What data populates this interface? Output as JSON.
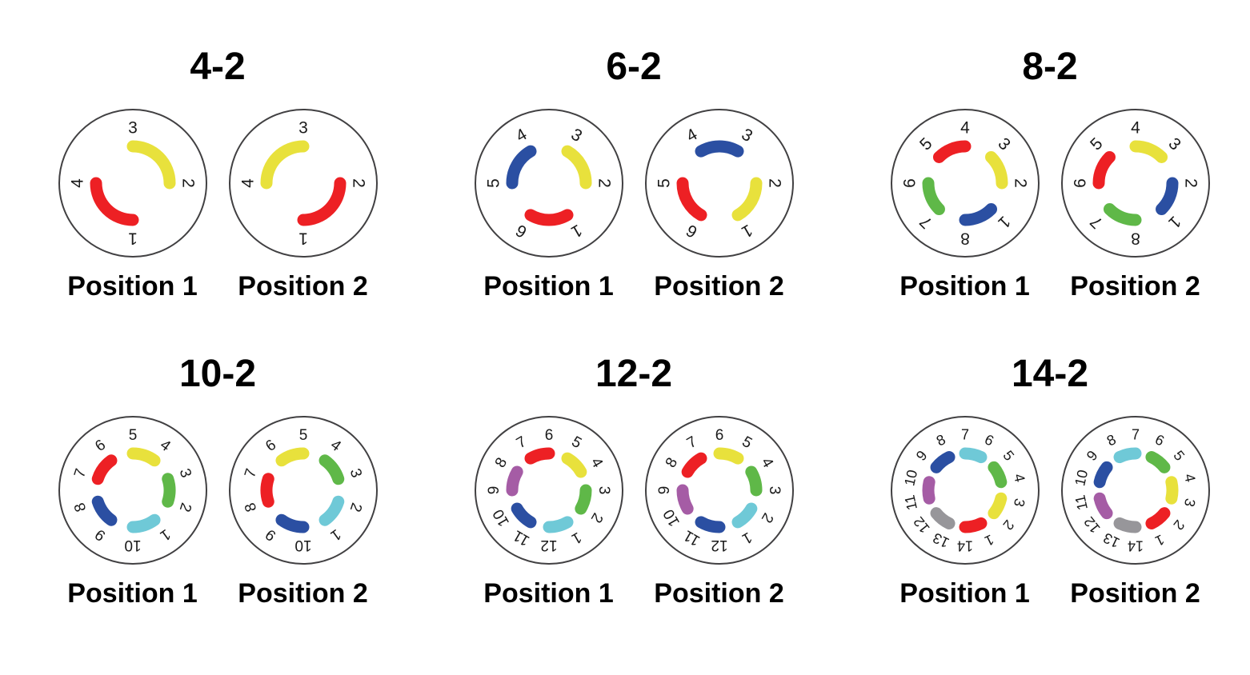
{
  "figure": {
    "background": "#ffffff",
    "palette": {
      "red": "#ED2024",
      "yellow": "#E8E13C",
      "blue": "#2B4FA2",
      "green": "#5FB848",
      "cyan": "#6FC9D7",
      "purple": "#A55CA5",
      "gray": "#97969A",
      "outline": "#414042",
      "number": "#1A1A1A"
    },
    "style": {
      "circle_radius": 92,
      "arc_radius": 46,
      "arc_width": 15,
      "label_radius": 70
    },
    "valves": [
      {
        "title": "4-2",
        "ports": 4,
        "port_labels": [
          "1",
          "2",
          "3",
          "4"
        ],
        "port1_angle_deg": 270,
        "positions": [
          {
            "label": "Position 1",
            "connections": [
              {
                "ports": [
                  2,
                  3
                ],
                "color": "yellow"
              },
              {
                "ports": [
                  4,
                  1
                ],
                "color": "red"
              }
            ]
          },
          {
            "label": "Position 2",
            "connections": [
              {
                "ports": [
                  3,
                  4
                ],
                "color": "yellow"
              },
              {
                "ports": [
                  1,
                  2
                ],
                "color": "red"
              }
            ]
          }
        ]
      },
      {
        "title": "6-2",
        "ports": 6,
        "port_labels": [
          "1",
          "2",
          "3",
          "4",
          "5",
          "6"
        ],
        "port1_angle_deg": 300,
        "positions": [
          {
            "label": "Position 1",
            "connections": [
              {
                "ports": [
                  2,
                  3
                ],
                "color": "yellow"
              },
              {
                "ports": [
                  4,
                  5
                ],
                "color": "blue"
              },
              {
                "ports": [
                  6,
                  1
                ],
                "color": "red"
              }
            ]
          },
          {
            "label": "Position 2",
            "connections": [
              {
                "ports": [
                  1,
                  2
                ],
                "color": "yellow"
              },
              {
                "ports": [
                  3,
                  4
                ],
                "color": "blue"
              },
              {
                "ports": [
                  5,
                  6
                ],
                "color": "red"
              }
            ]
          }
        ]
      },
      {
        "title": "8-2",
        "ports": 8,
        "port_labels": [
          "1",
          "2",
          "3",
          "4",
          "5",
          "6",
          "7",
          "8"
        ],
        "port1_angle_deg": 315,
        "positions": [
          {
            "label": "Position 1",
            "connections": [
              {
                "ports": [
                  2,
                  3
                ],
                "color": "yellow"
              },
              {
                "ports": [
                  4,
                  5
                ],
                "color": "red"
              },
              {
                "ports": [
                  6,
                  7
                ],
                "color": "green"
              },
              {
                "ports": [
                  8,
                  1
                ],
                "color": "blue"
              }
            ]
          },
          {
            "label": "Position 2",
            "connections": [
              {
                "ports": [
                  3,
                  4
                ],
                "color": "yellow"
              },
              {
                "ports": [
                  5,
                  6
                ],
                "color": "red"
              },
              {
                "ports": [
                  7,
                  8
                ],
                "color": "green"
              },
              {
                "ports": [
                  1,
                  2
                ],
                "color": "blue"
              }
            ]
          }
        ]
      },
      {
        "title": "10-2",
        "ports": 10,
        "port_labels": [
          "1",
          "2",
          "3",
          "4",
          "5",
          "6",
          "7",
          "8",
          "9",
          "10"
        ],
        "port1_angle_deg": 306,
        "positions": [
          {
            "label": "Position 1",
            "connections": [
              {
                "ports": [
                  2,
                  3
                ],
                "color": "green"
              },
              {
                "ports": [
                  4,
                  5
                ],
                "color": "yellow"
              },
              {
                "ports": [
                  6,
                  7
                ],
                "color": "red"
              },
              {
                "ports": [
                  8,
                  9
                ],
                "color": "blue"
              },
              {
                "ports": [
                  10,
                  1
                ],
                "color": "cyan"
              }
            ]
          },
          {
            "label": "Position 2",
            "connections": [
              {
                "ports": [
                  3,
                  4
                ],
                "color": "green"
              },
              {
                "ports": [
                  5,
                  6
                ],
                "color": "yellow"
              },
              {
                "ports": [
                  7,
                  8
                ],
                "color": "red"
              },
              {
                "ports": [
                  9,
                  10
                ],
                "color": "blue"
              },
              {
                "ports": [
                  1,
                  2
                ],
                "color": "cyan"
              }
            ]
          }
        ]
      },
      {
        "title": "12-2",
        "ports": 12,
        "port_labels": [
          "1",
          "2",
          "3",
          "4",
          "5",
          "6",
          "7",
          "8",
          "9",
          "10",
          "11",
          "12"
        ],
        "port1_angle_deg": 300,
        "positions": [
          {
            "label": "Position 1",
            "connections": [
              {
                "ports": [
                  2,
                  3
                ],
                "color": "green"
              },
              {
                "ports": [
                  4,
                  5
                ],
                "color": "yellow"
              },
              {
                "ports": [
                  6,
                  7
                ],
                "color": "red"
              },
              {
                "ports": [
                  8,
                  9
                ],
                "color": "purple"
              },
              {
                "ports": [
                  10,
                  11
                ],
                "color": "blue"
              },
              {
                "ports": [
                  12,
                  1
                ],
                "color": "cyan"
              }
            ]
          },
          {
            "label": "Position 2",
            "connections": [
              {
                "ports": [
                  3,
                  4
                ],
                "color": "green"
              },
              {
                "ports": [
                  5,
                  6
                ],
                "color": "yellow"
              },
              {
                "ports": [
                  7,
                  8
                ],
                "color": "red"
              },
              {
                "ports": [
                  9,
                  10
                ],
                "color": "purple"
              },
              {
                "ports": [
                  11,
                  12
                ],
                "color": "blue"
              },
              {
                "ports": [
                  1,
                  2
                ],
                "color": "cyan"
              }
            ]
          }
        ]
      },
      {
        "title": "14-2",
        "ports": 14,
        "port_labels": [
          "1",
          "2",
          "3",
          "4",
          "5",
          "6",
          "7",
          "8",
          "9",
          "10",
          "11",
          "12",
          "13",
          "14"
        ],
        "port1_angle_deg": 295.714,
        "positions": [
          {
            "label": "Position 1",
            "connections": [
              {
                "ports": [
                  2,
                  3
                ],
                "color": "yellow"
              },
              {
                "ports": [
                  4,
                  5
                ],
                "color": "green"
              },
              {
                "ports": [
                  6,
                  7
                ],
                "color": "cyan"
              },
              {
                "ports": [
                  8,
                  9
                ],
                "color": "blue"
              },
              {
                "ports": [
                  10,
                  11
                ],
                "color": "purple"
              },
              {
                "ports": [
                  12,
                  13
                ],
                "color": "gray"
              },
              {
                "ports": [
                  14,
                  1
                ],
                "color": "red"
              }
            ]
          },
          {
            "label": "Position 2",
            "connections": [
              {
                "ports": [
                  3,
                  4
                ],
                "color": "yellow"
              },
              {
                "ports": [
                  5,
                  6
                ],
                "color": "green"
              },
              {
                "ports": [
                  7,
                  8
                ],
                "color": "cyan"
              },
              {
                "ports": [
                  9,
                  10
                ],
                "color": "blue"
              },
              {
                "ports": [
                  11,
                  12
                ],
                "color": "purple"
              },
              {
                "ports": [
                  13,
                  14
                ],
                "color": "gray"
              },
              {
                "ports": [
                  1,
                  2
                ],
                "color": "red"
              }
            ]
          }
        ]
      }
    ]
  }
}
